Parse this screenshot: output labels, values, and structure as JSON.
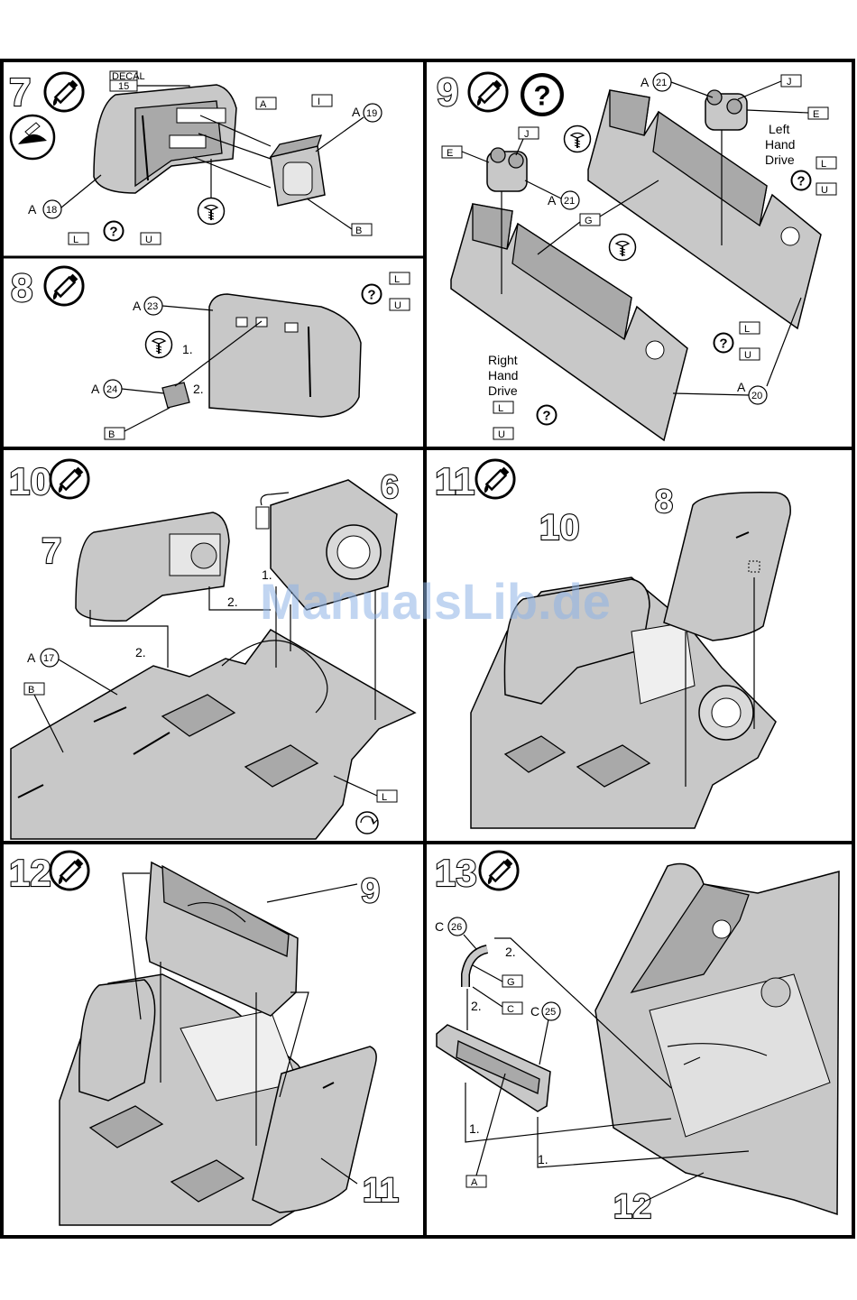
{
  "watermark": "ManualsLib.de",
  "steps": [
    {
      "number": "7",
      "decal_label": "DECAL",
      "decal_number": "15",
      "parts": [
        {
          "prefix": "A",
          "num": "18"
        },
        {
          "prefix": "A",
          "num": "19"
        }
      ],
      "tags": [
        "A",
        "I",
        "B",
        "L",
        "U"
      ]
    },
    {
      "number": "8",
      "parts": [
        {
          "prefix": "A",
          "num": "23"
        },
        {
          "prefix": "A",
          "num": "24"
        }
      ],
      "order": [
        "1.",
        "2."
      ],
      "tags": [
        "L",
        "U",
        "B"
      ]
    },
    {
      "number": "9",
      "parts": [
        {
          "prefix": "A",
          "num": "21"
        },
        {
          "prefix": "A",
          "num": "21"
        },
        {
          "prefix": "A",
          "num": "20"
        }
      ],
      "left_drive": [
        "Left",
        "Hand",
        "Drive"
      ],
      "right_drive": [
        "Right",
        "Hand",
        "Drive"
      ],
      "tags": [
        "J",
        "E",
        "J",
        "E",
        "G",
        "L",
        "U",
        "L",
        "U",
        "L",
        "U"
      ]
    },
    {
      "number": "10",
      "sub_a": "6",
      "sub_b": "7",
      "parts": [
        {
          "prefix": "A",
          "num": "17"
        }
      ],
      "order": [
        "1.",
        "2.",
        "2."
      ],
      "tags": [
        "B",
        "L"
      ]
    },
    {
      "number": "11",
      "sub_a": "10",
      "sub_b": "8"
    },
    {
      "number": "12",
      "sub_a": "9",
      "sub_b": "11"
    },
    {
      "number": "13",
      "parts": [
        {
          "prefix": "C",
          "num": "26"
        },
        {
          "prefix": "C",
          "num": "25"
        }
      ],
      "order": [
        "2.",
        "2.",
        "1.",
        "1."
      ],
      "tags": [
        "G",
        "C",
        "A"
      ],
      "sub_b": "12"
    }
  ]
}
